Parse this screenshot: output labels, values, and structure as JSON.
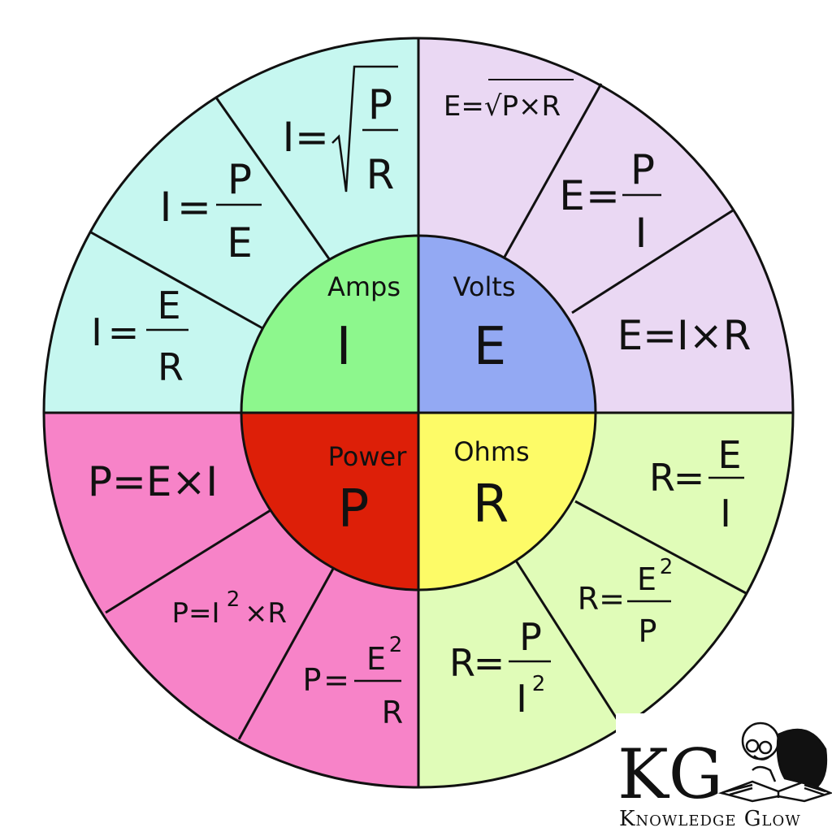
{
  "colors": {
    "amps_outer": "#c6f7f0",
    "volts_outer": "#ead8f3",
    "ohms_outer": "#e0fcb8",
    "power_outer": "#f783c8",
    "amps_inner": "#8df78d",
    "volts_inner": "#93a9f3",
    "ohms_inner": "#fdfb67",
    "power_inner": "#dd1f08",
    "stroke": "#111111"
  },
  "quadrants": {
    "amps": {
      "label": "Amps",
      "symbol": "I"
    },
    "volts": {
      "label": "Volts",
      "symbol": "E"
    },
    "power": {
      "label": "Power",
      "symbol": "P"
    },
    "ohms": {
      "label": "Ohms",
      "symbol": "R"
    }
  },
  "formulas": {
    "i_sqrt_p_r": {
      "lhs": "I",
      "eq": "=",
      "num": "P",
      "den": "R"
    },
    "i_p_e": {
      "lhs": "I",
      "eq": "=",
      "num": "P",
      "den": "E"
    },
    "i_e_r": {
      "lhs": "I",
      "eq": "=",
      "num": "E",
      "den": "R"
    },
    "e_sqrt_pr": {
      "text": "E=√P×R"
    },
    "e_p_i": {
      "lhs": "E",
      "eq": "=",
      "num": "P",
      "den": "I"
    },
    "e_ir": {
      "text": "E=I×R"
    },
    "r_e_i": {
      "lhs": "R",
      "eq": "=",
      "num": "E",
      "den": "I"
    },
    "r_e2_p": {
      "lhs": "R",
      "eq": "=",
      "num": "E",
      "sup": "2",
      "den": "P"
    },
    "r_p_i2": {
      "lhs": "R",
      "eq": "=",
      "num": "P",
      "den": "I",
      "sup": "2"
    },
    "p_ei": {
      "text": "P=E×I"
    },
    "p_i2r": {
      "pre": "P=I",
      "sup": "2",
      "post": "×R"
    },
    "p_e2_r": {
      "lhs": "P",
      "eq": "=",
      "num": "E",
      "sup": "2",
      "den": "R"
    }
  },
  "logo": {
    "mark": "KG",
    "name": "Knowledge Glow"
  }
}
